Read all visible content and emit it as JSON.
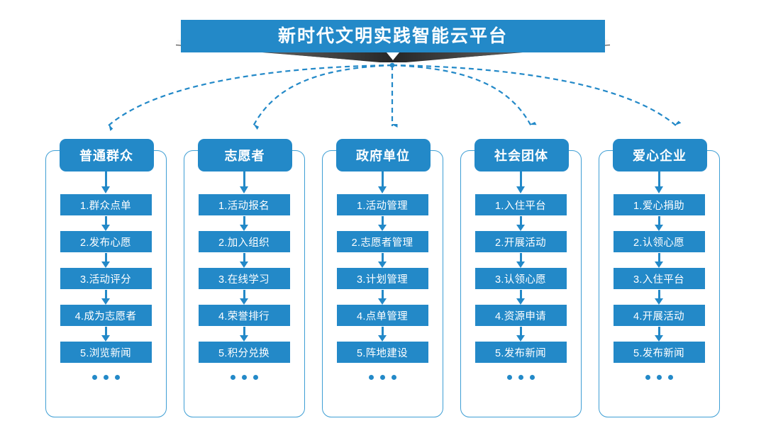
{
  "banner": {
    "title": "新时代文明实践智能云平台",
    "accent_color": "#2389c8",
    "ribbon_color": "#2f2f2f",
    "chevron_icon": "chevron-down-icon"
  },
  "connector": {
    "style": "dashed",
    "color": "#2389c8",
    "arrowhead": "triangle-down"
  },
  "columns": [
    {
      "header": "普通群众",
      "items": [
        "1.群众点单",
        "2.发布心愿",
        "3.活动评分",
        "4.成为志愿者",
        "5.浏览新闻"
      ],
      "ellipsis": "..."
    },
    {
      "header": "志愿者",
      "items": [
        "1.活动报名",
        "2.加入组织",
        "3.在线学习",
        "4.荣誉排行",
        "5.积分兑换"
      ],
      "ellipsis": "..."
    },
    {
      "header": "政府单位",
      "items": [
        "1.活动管理",
        "2.志愿者管理",
        "3.计划管理",
        "4.点单管理",
        "5.阵地建设"
      ],
      "ellipsis": "..."
    },
    {
      "header": "社会团体",
      "items": [
        "1.入住平台",
        "2.开展活动",
        "3.认领心愿",
        "4.资源申请",
        "5.发布新闻"
      ],
      "ellipsis": "..."
    },
    {
      "header": "爱心企业",
      "items": [
        "1.爱心捐助",
        "2.认领心愿",
        "3.入住平台",
        "4.开展活动",
        "5.发布新闻"
      ],
      "ellipsis": "..."
    }
  ]
}
